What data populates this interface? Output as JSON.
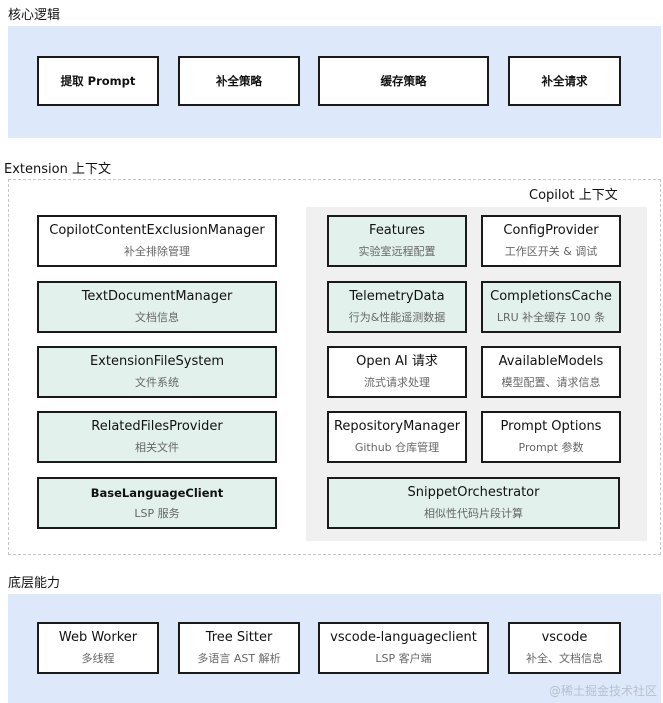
{
  "core": {
    "label": "核心逻辑",
    "items": [
      "提取 Prompt",
      "补全策略",
      "缓存策略",
      "补全请求"
    ]
  },
  "extension": {
    "label": "Extension 上下文",
    "items": [
      {
        "title": "CopilotContentExclusionManager",
        "sub": "补全排除管理"
      },
      {
        "title": "TextDocumentManager",
        "sub": "文档信息"
      },
      {
        "title": "ExtensionFileSystem",
        "sub": "文件系统"
      },
      {
        "title": "RelatedFilesProvider",
        "sub": "相关文件"
      },
      {
        "title": "BaseLanguageClient",
        "sub": "LSP 服务"
      }
    ]
  },
  "copilot": {
    "label": "Copilot 上下文",
    "items": [
      {
        "title": "Features",
        "sub": "实验室远程配置"
      },
      {
        "title": "ConfigProvider",
        "sub": "工作区开关 & 调试"
      },
      {
        "title": "TelemetryData",
        "sub": "行为&性能遥测数据"
      },
      {
        "title": "CompletionsCache",
        "sub": "LRU 补全缓存 100 条"
      },
      {
        "title": "Open AI 请求",
        "sub": "流式请求处理"
      },
      {
        "title": "AvailableModels",
        "sub": "模型配置、请求信息"
      },
      {
        "title": "RepositoryManager",
        "sub": "Github 仓库管理"
      },
      {
        "title": "Prompt Options",
        "sub": "Prompt 参数"
      },
      {
        "title": "SnippetOrchestrator",
        "sub": "相似性代码片段计算"
      }
    ]
  },
  "base": {
    "label": "底层能力",
    "items": [
      {
        "title": "Web Worker",
        "sub": "多线程"
      },
      {
        "title": "Tree Sitter",
        "sub": "多语言 AST 解析"
      },
      {
        "title": "vscode-languageclient",
        "sub": "LSP 客户端"
      },
      {
        "title": "vscode",
        "sub": "补全、文档信息"
      }
    ]
  },
  "colors": {
    "band": "#dde9fb",
    "green_box": "#e2f1ec",
    "panel": "#f0f0f0",
    "border": "#1a1a1a"
  },
  "watermark": "@稀土掘金技术社区"
}
